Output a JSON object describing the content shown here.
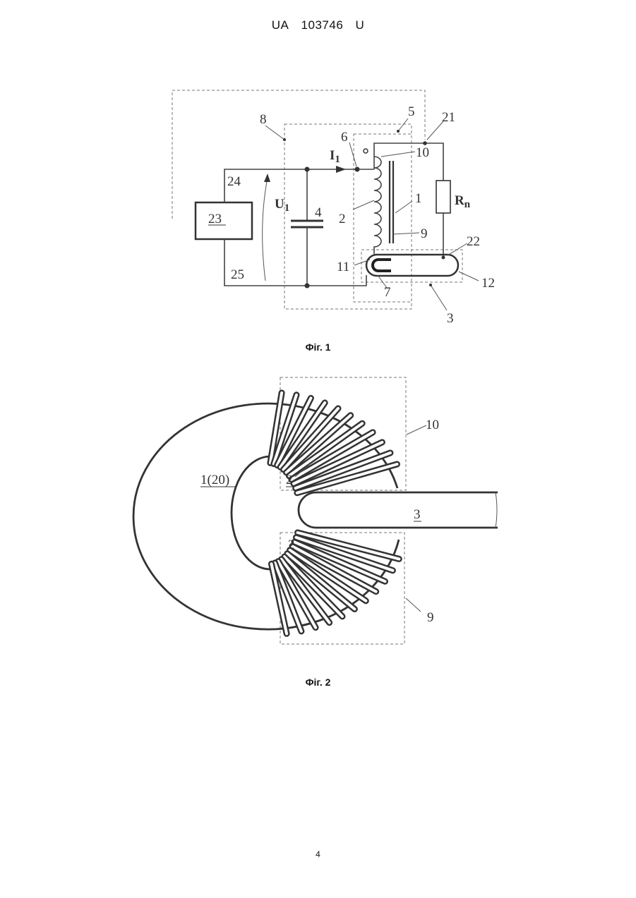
{
  "header": {
    "country": "UA",
    "number": "103746",
    "kind": "U"
  },
  "fig1": {
    "caption": "Фіг. 1",
    "labels": {
      "l8": "8",
      "l5": "5",
      "l21": "21",
      "l6": "6",
      "l10": "10",
      "i1": "I",
      "i1sub": "1",
      "l24": "24",
      "u1": "U",
      "u1sub": "1",
      "l4": "4",
      "l2": "2",
      "l1": "1",
      "rn": "R",
      "rnsub": "n",
      "l23": "23",
      "l9": "9",
      "l22": "22",
      "l11": "11",
      "l12": "12",
      "l25": "25",
      "l7": "7",
      "l3": "3"
    }
  },
  "fig2": {
    "caption": "Фіг. 2",
    "labels": {
      "l10": "10",
      "core": "1(20)",
      "l2top": "2",
      "l3": "3",
      "l2bot": "2",
      "l9": "9"
    }
  },
  "page_number": "4"
}
